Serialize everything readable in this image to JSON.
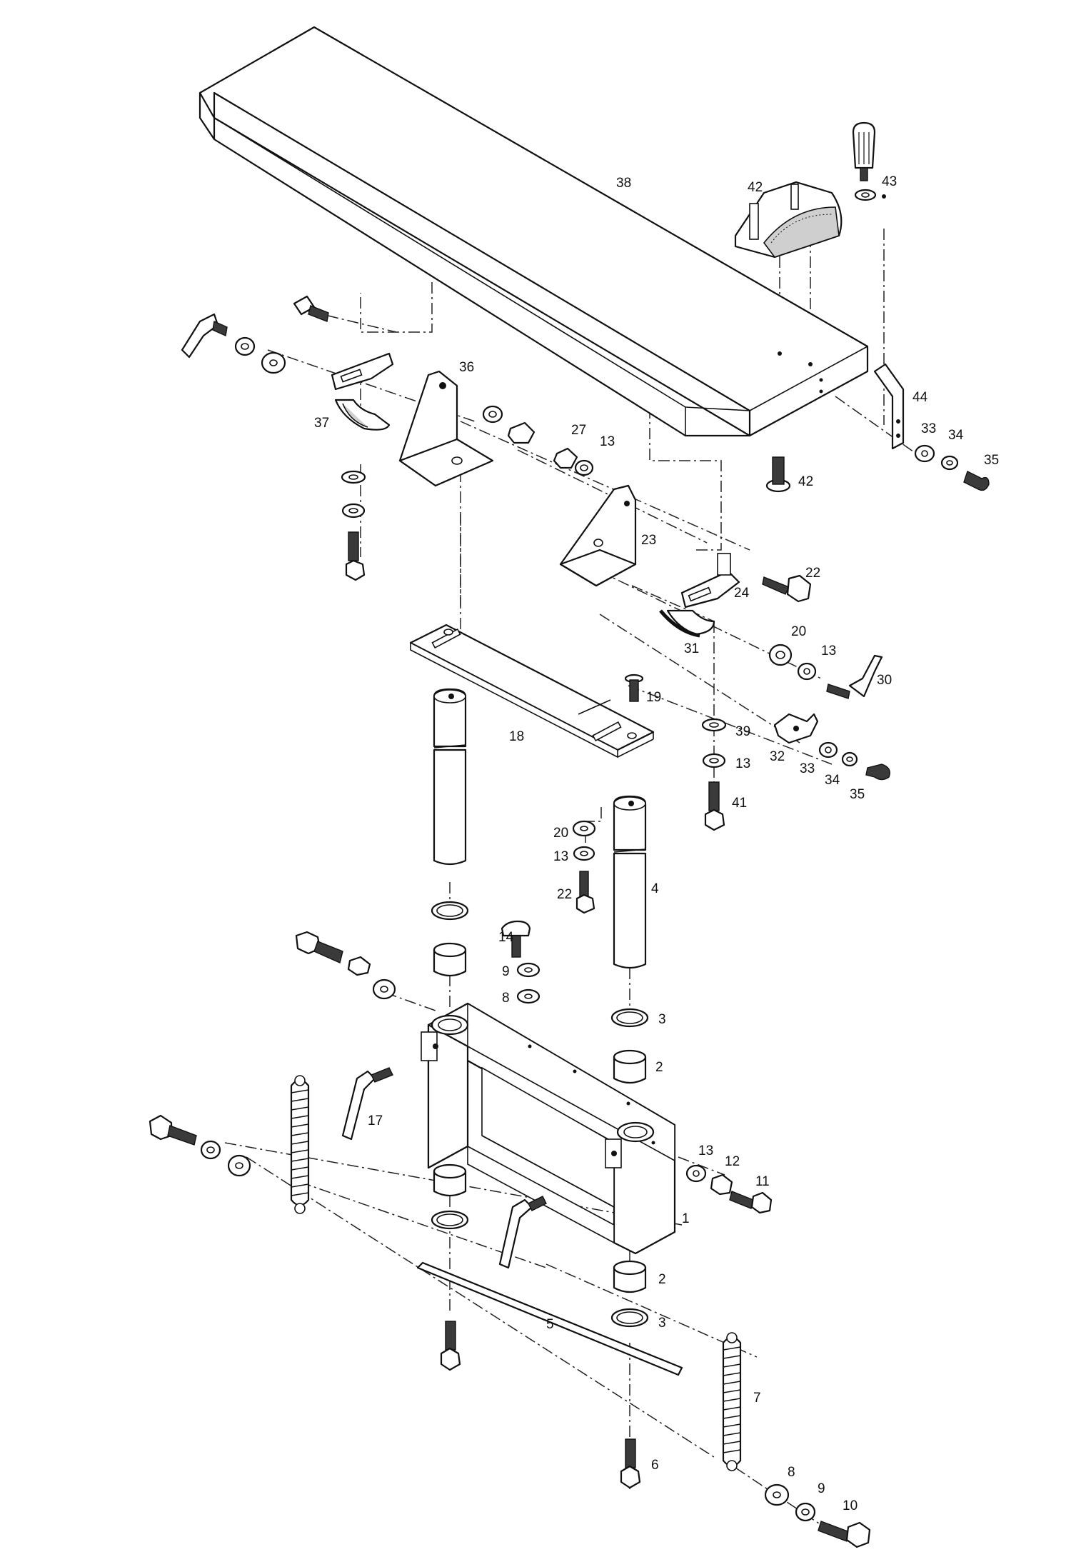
{
  "callouts": [
    {
      "id": "c38",
      "text": "38"
    },
    {
      "id": "c42a",
      "text": "42"
    },
    {
      "id": "c43",
      "text": "43"
    },
    {
      "id": "c44",
      "text": "44"
    },
    {
      "id": "c33a",
      "text": "33"
    },
    {
      "id": "c34a",
      "text": "34"
    },
    {
      "id": "c35a",
      "text": "35"
    },
    {
      "id": "c42b",
      "text": "42"
    },
    {
      "id": "c36",
      "text": "36"
    },
    {
      "id": "c37",
      "text": "37"
    },
    {
      "id": "c27",
      "text": "27"
    },
    {
      "id": "c13a",
      "text": "13"
    },
    {
      "id": "c23",
      "text": "23"
    },
    {
      "id": "c22a",
      "text": "22"
    },
    {
      "id": "c24",
      "text": "24"
    },
    {
      "id": "c20a",
      "text": "20"
    },
    {
      "id": "c13b",
      "text": "13"
    },
    {
      "id": "c30",
      "text": "30"
    },
    {
      "id": "c31",
      "text": "31"
    },
    {
      "id": "c19",
      "text": "19"
    },
    {
      "id": "c18",
      "text": "18"
    },
    {
      "id": "c39",
      "text": "39"
    },
    {
      "id": "c13c",
      "text": "13"
    },
    {
      "id": "c32",
      "text": "32"
    },
    {
      "id": "c33b",
      "text": "33"
    },
    {
      "id": "c34b",
      "text": "34"
    },
    {
      "id": "c35b",
      "text": "35"
    },
    {
      "id": "c41",
      "text": "41"
    },
    {
      "id": "c20b",
      "text": "20"
    },
    {
      "id": "c13d",
      "text": "13"
    },
    {
      "id": "c22b",
      "text": "22"
    },
    {
      "id": "c4",
      "text": "4"
    },
    {
      "id": "c14",
      "text": "14"
    },
    {
      "id": "c9a",
      "text": "9"
    },
    {
      "id": "c8a",
      "text": "8"
    },
    {
      "id": "c3a",
      "text": "3"
    },
    {
      "id": "c2a",
      "text": "2"
    },
    {
      "id": "c17",
      "text": "17"
    },
    {
      "id": "c13e",
      "text": "13"
    },
    {
      "id": "c12",
      "text": "12"
    },
    {
      "id": "c11",
      "text": "11"
    },
    {
      "id": "c1",
      "text": "1"
    },
    {
      "id": "c2b",
      "text": "2"
    },
    {
      "id": "c3b",
      "text": "3"
    },
    {
      "id": "c5",
      "text": "5"
    },
    {
      "id": "c7",
      "text": "7"
    },
    {
      "id": "c6",
      "text": "6"
    },
    {
      "id": "c8b",
      "text": "8"
    },
    {
      "id": "c9b",
      "text": "9"
    },
    {
      "id": "c10",
      "text": "10"
    }
  ]
}
